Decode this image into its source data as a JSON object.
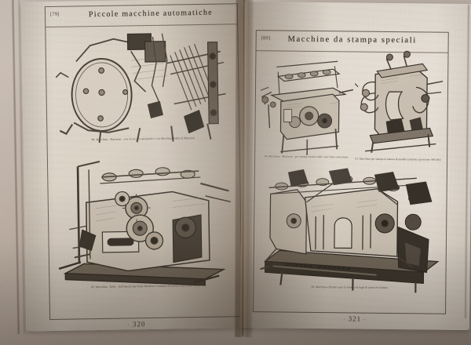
{
  "photo": {
    "subject": "open vintage italian book about printing machinery",
    "background_color": "#bdb2a8",
    "page_color_left": "#ded6cb",
    "page_color_right": "#eae3da",
    "ink_color": "#3b332a"
  },
  "left_page": {
    "bracket": "[79]",
    "header_title": "Piccole macchine automatiche",
    "folio": "320",
    "folio_dash_left": "·",
    "folio_dash_right": "·",
    "figures": [
      {
        "name": "platen-automatic-press",
        "caption": "88. Macchina - Marinoni - con rovesciati automatico, con Macchina-Kelly di Marinoni"
      },
      {
        "name": "automatic-feed-press",
        "caption": "89. Macchina - Kelly - dell'americana Kelly Machine Company di Kansas City (Stati Uniti)"
      }
    ]
  },
  "right_page": {
    "bracket": "[80]",
    "header_title": "Macchine da stampa speciali",
    "folio": "321",
    "folio_dash_left": "·",
    "folio_dash_right": "·",
    "figures": [
      {
        "name": "flatbed-special-press",
        "caption": "90. Macchina - Marinoni - per stampa rotativa sulle carte fatte a macchina"
      },
      {
        "name": "small-special-press",
        "caption": "91. Macchina per stampa in lamina di metallo (sistema a pressione dell'alto)"
      },
      {
        "name": "cylinder-rotary-press",
        "caption": "92. Macchina cilindrica per la stampa di fogli di notevole formato"
      }
    ]
  }
}
